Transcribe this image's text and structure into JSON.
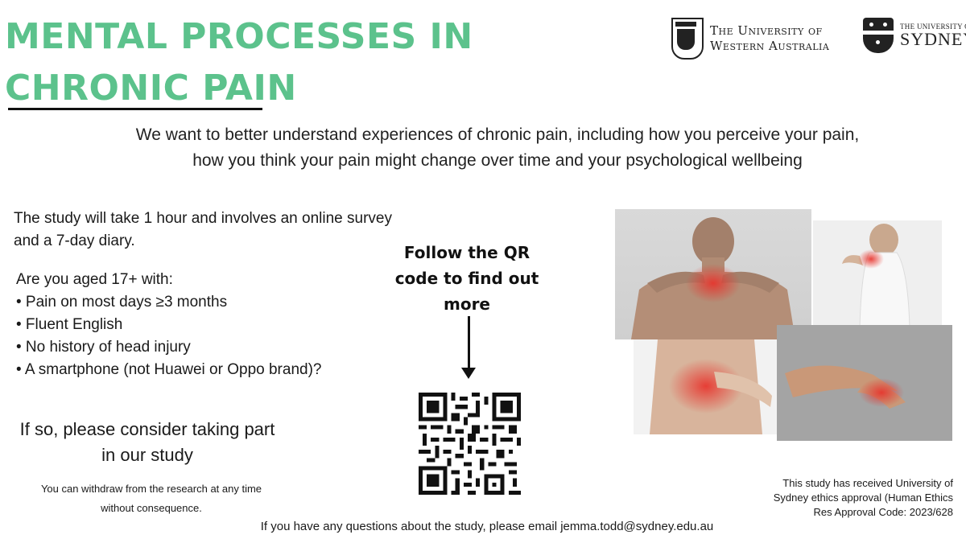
{
  "title": {
    "line1": "MENTAL PROCESSES IN",
    "line2": "CHRONIC PAIN"
  },
  "logos": {
    "uwa_line1": "The University of",
    "uwa_line2": "Western Australia",
    "sydney_small": "THE UNIVERSITY OF",
    "sydney_big": "SYDNEY"
  },
  "intro": "We want to better understand experiences of chronic pain, including how you perceive your pain, how you think your pain might change over time and your psychological wellbeing",
  "duration": "The study will take 1 hour and involves an online survey and a 7-day diary.",
  "eligibility": {
    "question": "Are you aged 17+ with:",
    "items": [
      "• Pain on most days ≥3 months",
      "• Fluent English",
      "• No history of head injury",
      "• A smartphone (not Huawei or Oppo brand)?"
    ]
  },
  "cta": "If so, please consider taking part in our study",
  "withdraw": "You can withdraw from the research at any time without consequence.",
  "follow_qr": "Follow the QR code to find out more",
  "ethics": "This study has received University of Sydney ethics approval (Human Ethics Res Approval Code: 2023/628",
  "contact": "If you have any questions about the study, please email jemma.todd@sydney.edu.au",
  "colors": {
    "title_green": "#5cc28c",
    "pain_red": "#e8312a"
  },
  "icons": {
    "arrow": "arrow-down-icon",
    "qr": "qr-code-icon"
  }
}
